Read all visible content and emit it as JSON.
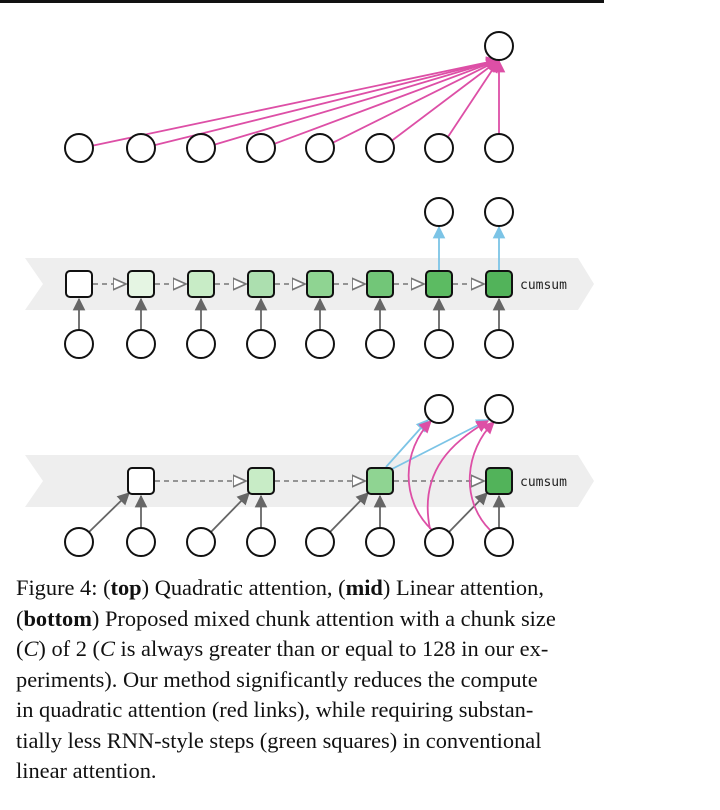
{
  "diagram": {
    "sections": [
      {
        "id": "top",
        "label": "Quadratic attention"
      },
      {
        "id": "mid",
        "label": "Linear attention",
        "band_label": "cumsum"
      },
      {
        "id": "bottom",
        "label": "Proposed mixed chunk attention",
        "band_label": "cumsum"
      }
    ],
    "colors": {
      "quadratic_link": "#dd4fa6",
      "output_link": "#7cc4e6",
      "state_edge": "#555555",
      "band": "#eeeeee",
      "state_shades": [
        "#ffffff",
        "#e5f5e3",
        "#c8ecc6",
        "#acdfaf",
        "#8fd492",
        "#72c678",
        "#5cbb62",
        "#52b35a"
      ]
    }
  },
  "caption": {
    "fig": "Figure 4: (",
    "top_b": "top",
    "s1": ") Quadratic attention, (",
    "mid_b": "mid",
    "s2": ") Linear attention,",
    "s3": "(",
    "bottom_b": "bottom",
    "s4": ") Proposed mixed chunk attention with a chunk size",
    "s5": "(",
    "c1": "C",
    "s6": ") of 2 (",
    "c2": "C",
    "s7": " is always greater than or equal to 128 in our ex-",
    "line4": "periments). Our method significantly reduces the compute",
    "line5": "in quadratic attention (red links), while requiring substan-",
    "line6": "tially less RNN-style steps (green squares) in conventional",
    "line7": "linear attention."
  }
}
